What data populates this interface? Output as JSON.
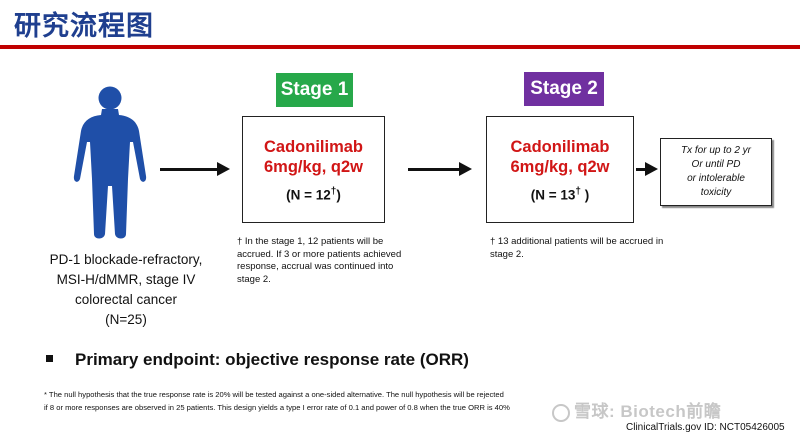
{
  "header": {
    "title": "研究流程图",
    "rule_color": "#c00000"
  },
  "population": {
    "lines": [
      "PD-1 blockade-refractory,",
      "MSI-H/dMMR, stage IV",
      "colorectal cancer",
      "(N=25)"
    ],
    "icon": "person-silhouette-icon",
    "icon_color": "#1f4fa8"
  },
  "stage1": {
    "label": "Stage 1",
    "label_color": "#27a84a",
    "drug": "Cadonilimab",
    "dose": "6mg/kg, q2w",
    "n_text": "(N = 12",
    "n_mark": "†",
    "n_close": ")",
    "note": "† In the stage 1, 12 patients will be accrued. If 3 or more patients achieved response, accrual was continued into stage 2."
  },
  "stage2": {
    "label": "Stage 2",
    "label_color": "#7030a0",
    "drug": "Cadonilimab",
    "dose": "6mg/kg, q2w",
    "n_text": "(N = 13",
    "n_mark": "†",
    "n_close": " )",
    "note": "† 13 additional patients will be accrued in stage 2."
  },
  "treatment_box": {
    "lines": [
      "Tx for up to 2 yr",
      "Or until PD",
      "or intolerable",
      "toxicity"
    ]
  },
  "primary_endpoint": "Primary endpoint: objective response rate (ORR)",
  "footnote": {
    "line1": "* The null hypothesis that the true response rate is 20% will be tested against a one-sided alternative. The null hypothesis will be rejected",
    "line2": "if 8 or more responses are observed in 25 patients. This design yields a type I error rate of 0.1 and power of  0.8 when the true ORR is 40%"
  },
  "watermark": "雪球: Biotech前瞻",
  "source": "ClinicalTrials.gov  ID: NCT05426005",
  "drug_color": "#d11616"
}
